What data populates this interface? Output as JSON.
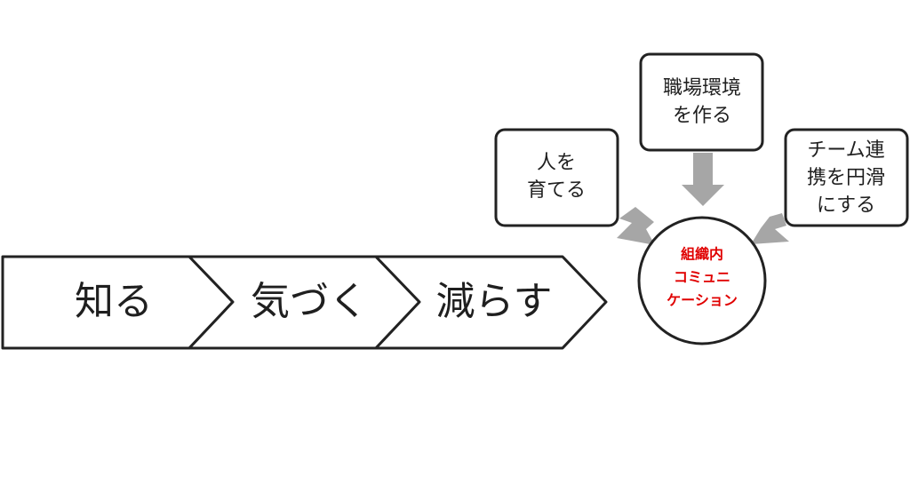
{
  "colors": {
    "stroke": "#222222",
    "text": "#1f1f1f",
    "arrow": "#a6a6a6",
    "center_text": "#e00000"
  },
  "process_steps": [
    {
      "label": "知る"
    },
    {
      "label": "気づく"
    },
    {
      "label": "減らす"
    }
  ],
  "inputs": [
    {
      "lines": [
        "人を",
        "育てる"
      ]
    },
    {
      "lines": [
        "職場環境",
        "を作る"
      ]
    },
    {
      "lines": [
        "チーム連",
        "携を円滑",
        "にする"
      ]
    }
  ],
  "center": {
    "lines": [
      "組織内",
      "コミュニ",
      "ケーション"
    ]
  }
}
